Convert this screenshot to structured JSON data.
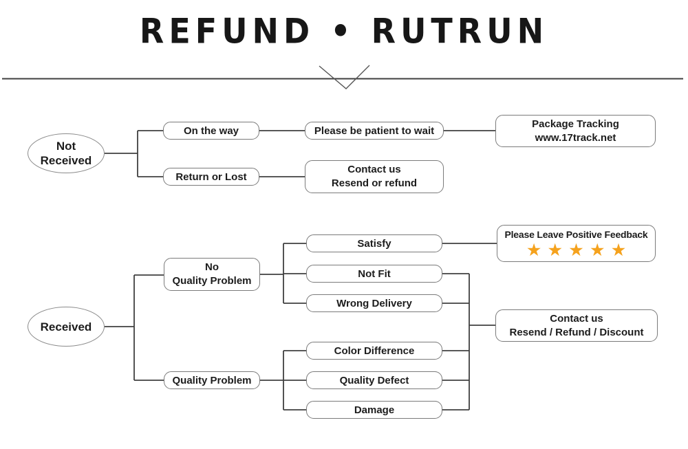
{
  "title": "REFUND • RUTRUN",
  "colors": {
    "line": "#3f3f3f",
    "box_border": "#7a7a7a",
    "star": "#F5A21D",
    "text": "#1c1c1c"
  },
  "flow_not_received": {
    "root_line1": "Not",
    "root_line2": "Received",
    "on_the_way": "On the way",
    "please_wait": "Please be patient to wait",
    "package_tracking_line1": "Package Tracking",
    "package_tracking_line2": "www.17track.net",
    "return_or_lost": "Return or Lost",
    "contact_line1": "Contact us",
    "contact_line2": "Resend or refund"
  },
  "flow_received": {
    "root": "Received",
    "no_quality_problem_line1": "No",
    "no_quality_problem_line2": "Quality Problem",
    "satisfy": "Satisfy",
    "not_fit": "Not Fit",
    "wrong_delivery": "Wrong Delivery",
    "feedback_title": "Please Leave Positive Feedback",
    "stars": "★★★★★",
    "quality_problem": "Quality Problem",
    "color_difference": "Color Difference",
    "quality_defect": "Quality Defect",
    "damage": "Damage",
    "contact_line1": "Contact us",
    "contact_line2": "Resend / Refund / Discount"
  }
}
